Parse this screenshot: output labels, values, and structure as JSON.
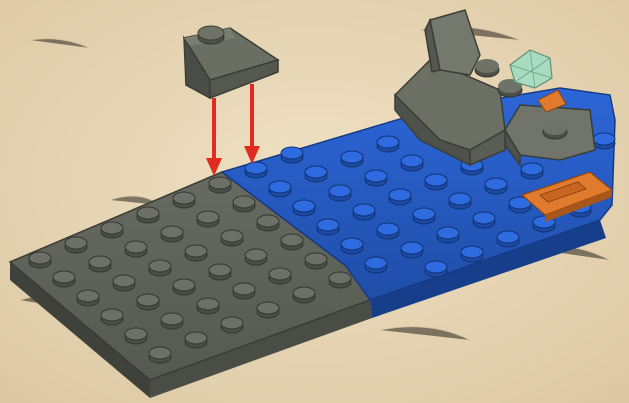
{
  "scene": {
    "kind": "lego-building-instruction-step",
    "parts": [
      {
        "name": "dark-gray-baseplate",
        "color": "#5b5d55"
      },
      {
        "name": "blue-baseplate",
        "color": "#2257c4"
      },
      {
        "name": "slope-brick-1x2",
        "color": "#5b5d55",
        "action": "placed-downward"
      },
      {
        "name": "rock-wedge-cluster",
        "color": "#5f6358"
      },
      {
        "name": "orange-tile",
        "color": "#e07a2d"
      },
      {
        "name": "crystal",
        "color": "#9fd6b7"
      }
    ],
    "arrows": {
      "color": "#e12a20",
      "count": 2
    },
    "background_color": "#e8d7b8"
  }
}
